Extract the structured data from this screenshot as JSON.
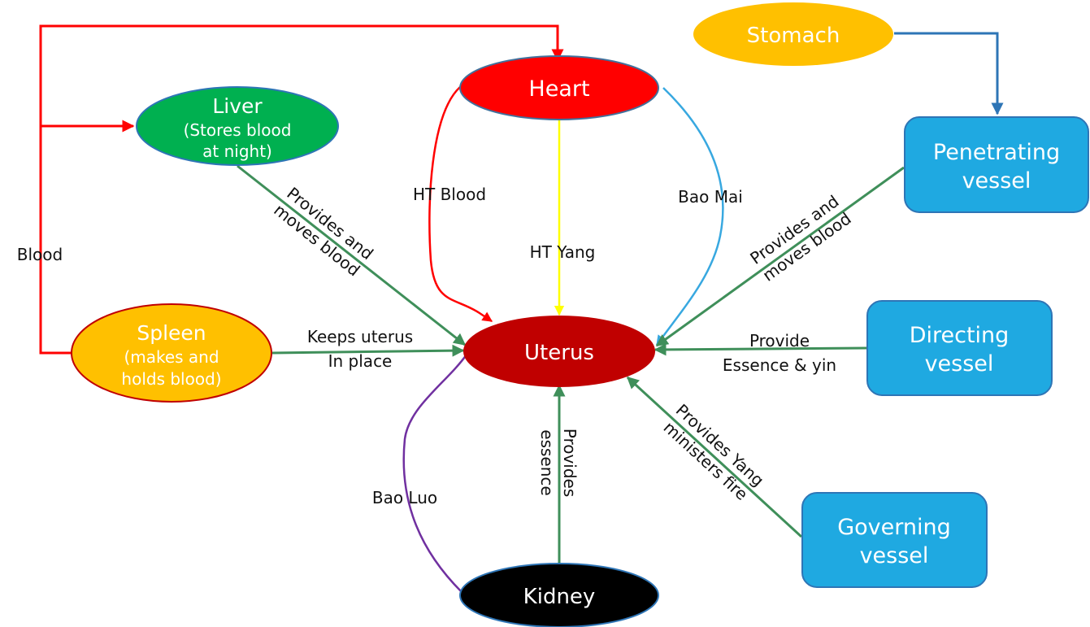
{
  "diagram": {
    "title": "Organs and vessels relating to the Uterus",
    "colors": {
      "red": "#ff0000",
      "uterus": "#c00000",
      "green_node": "#00b050",
      "yellow_node": "#ffc000",
      "blue_box": "#1fa9e1",
      "box_border": "#2e75b6",
      "green_edge": "#3f8f5a",
      "yellow_edge": "#ffff00",
      "blue_edge": "#38a8e0",
      "stomach_edge": "#2e75b6",
      "purple_edge": "#7030a0",
      "black": "#000000"
    },
    "nodes": {
      "heart": {
        "label": "Heart"
      },
      "uterus": {
        "label": "Uterus"
      },
      "liver": {
        "label": "Liver",
        "sub1": "(Stores blood",
        "sub2": "at night)"
      },
      "spleen": {
        "label": "Spleen",
        "sub1": "(makes and",
        "sub2": "holds blood)"
      },
      "kidney": {
        "label": "Kidney"
      },
      "stomach": {
        "label": "Stomach"
      },
      "penetrating": {
        "line1": "Penetrating",
        "line2": "vessel"
      },
      "directing": {
        "line1": "Directing",
        "line2": "vessel"
      },
      "governing": {
        "line1": "Governing",
        "line2": "vessel"
      }
    },
    "edge_labels": {
      "blood": "Blood",
      "ht_blood": "HT Blood",
      "ht_yang": "HT Yang",
      "bao_mai": "Bao Mai",
      "bao_luo": "Bao Luo",
      "liver_line1": "Provides and",
      "liver_line2": "moves blood",
      "spleen_line1": "Keeps uterus",
      "spleen_line2": "In place",
      "penetrating_line1": "Provides and",
      "penetrating_line2": "moves blood",
      "directing_line1": "Provide",
      "directing_line2": "Essence & yin",
      "kidney_line1": "Provides",
      "kidney_line2": "essence",
      "governing_line1": "Provides Yang",
      "governing_line2": "ministers fire"
    }
  }
}
